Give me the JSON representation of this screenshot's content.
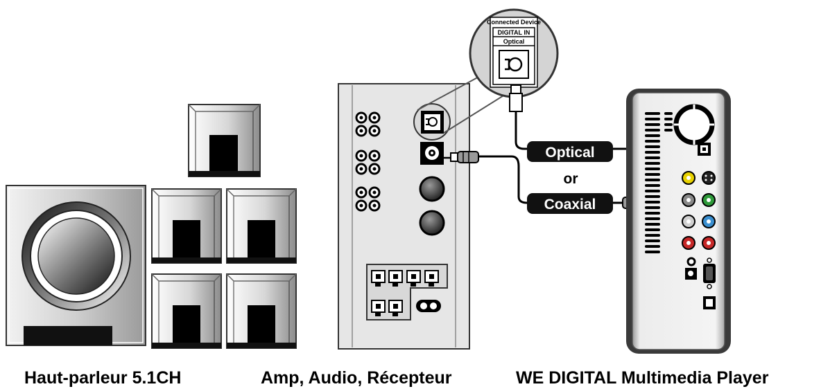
{
  "zoom_label": {
    "title": "Connected Device",
    "port_type": "DIGITAL IN",
    "port_name": "Optical"
  },
  "cables": {
    "optical": "Optical",
    "or": "or",
    "coaxial": "Coaxial"
  },
  "captions": {
    "speakers": "Haut-parleur 5.1CH",
    "amp": "Amp, Audio, Récepteur",
    "player": "WE DIGITAL Multimedia Player"
  },
  "colors": {
    "yellow_jack": "#e8d200",
    "green_jack": "#2e9a3a",
    "blue_jack": "#3a8fd0",
    "red_jack": "#c62828",
    "cable_label_bg": "#111111"
  }
}
